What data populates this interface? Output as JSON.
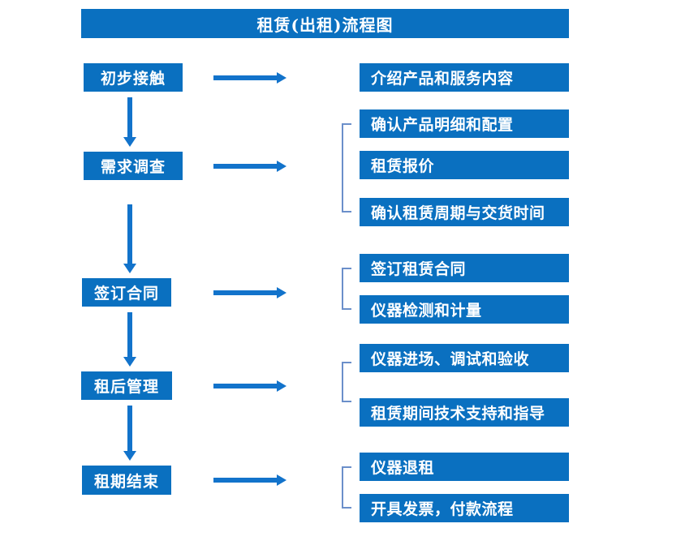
{
  "title": "租赁(出租)流程图",
  "colors": {
    "box_blue": "#0a70c0",
    "arrow_blue": "#1273cb",
    "bracket_blue": "#6b8fca",
    "text_white": "#ffffff"
  },
  "steps": [
    {
      "label": "初步接触",
      "outputs": [
        "介绍产品和服务内容"
      ]
    },
    {
      "label": "需求调查",
      "outputs": [
        "确认产品明细和配置",
        "租赁报价",
        "确认租赁周期与交货时间"
      ]
    },
    {
      "label": "签订合同",
      "outputs": [
        "签订租赁合同",
        "仪器检测和计量"
      ]
    },
    {
      "label": "租后管理",
      "outputs": [
        "仪器进场、调试和验收",
        "租赁期间技术支持和指导"
      ]
    },
    {
      "label": "租期结束",
      "outputs": [
        "仪器退租",
        "开具发票，付款流程"
      ]
    }
  ]
}
